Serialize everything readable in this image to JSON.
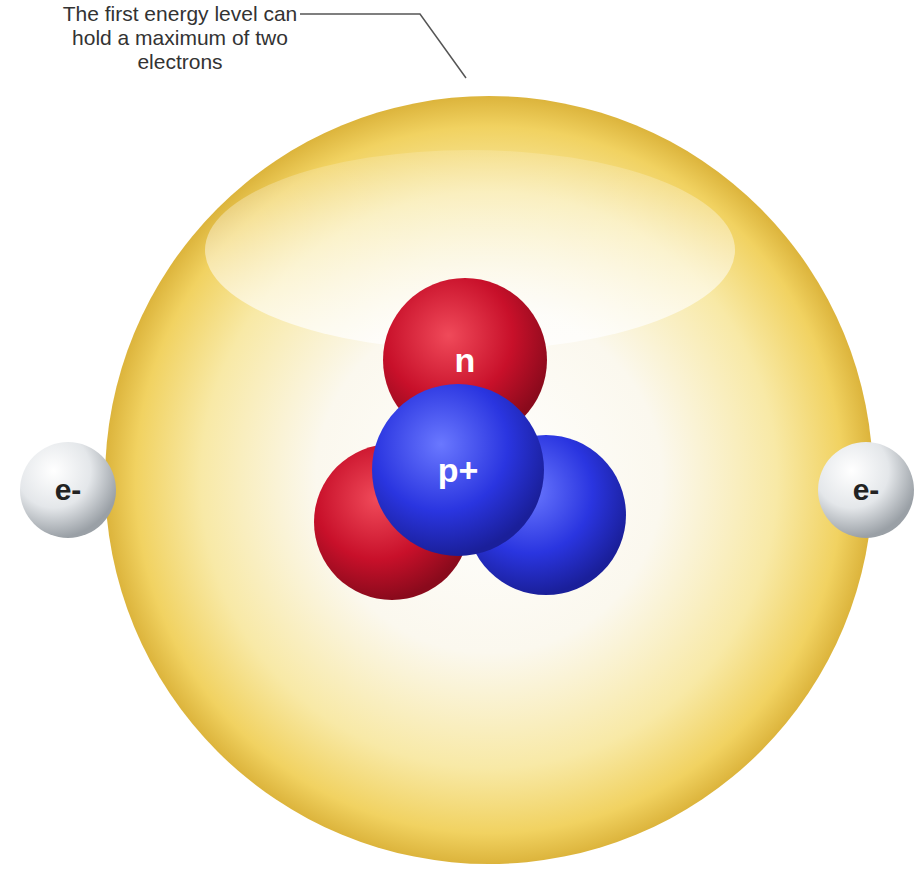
{
  "diagram": {
    "nodes": [
      {
        "text": [
          "n"
        ]
      },
      {
        "text": [
          "p+"
        ]
      },
      {
        "text": [
          "e-"
        ]
      },
      {
        "text": [
          "e-"
        ]
      }
    ],
    "labels": [
      "The first energy level can hold a maximum of two electrons"
    ]
  }
}
